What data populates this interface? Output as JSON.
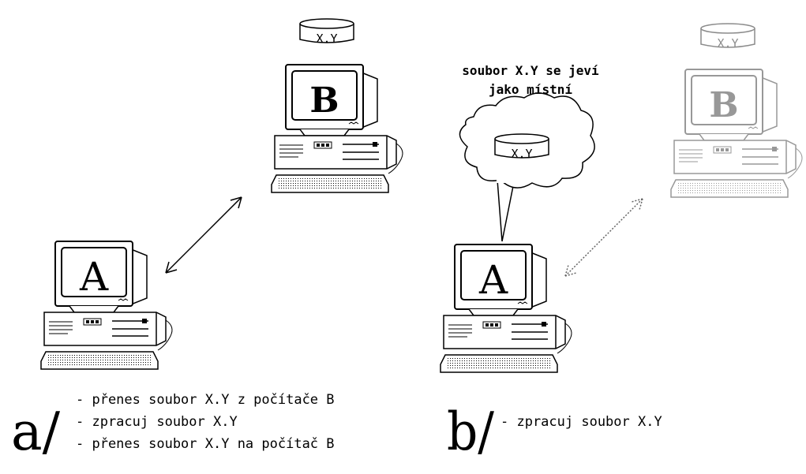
{
  "disk_label": "X.Y",
  "computers": {
    "a_left": "A",
    "b_left": "B",
    "a_right": "A",
    "b_right": "B"
  },
  "cloud": {
    "line1": "soubor X.Y se jeví",
    "line2": "jako místní",
    "disk_label": "X.Y"
  },
  "panel_a": {
    "marker": "a/",
    "steps": [
      "- přenes soubor X.Y z počítače B",
      "- zpracuj soubor X.Y",
      "- přenes soubor X.Y na počítač B"
    ]
  },
  "panel_b": {
    "marker": "b/",
    "steps": [
      "- zpracuj soubor X.Y"
    ]
  }
}
